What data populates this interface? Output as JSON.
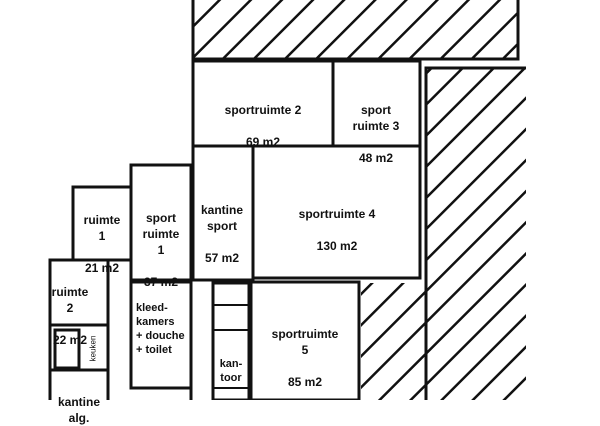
{
  "rooms": [
    {
      "id": "sportruimte-2",
      "name": "sportruimte 2",
      "area": "69 m2"
    },
    {
      "id": "sportruimte-3",
      "name": "sport\nruimte 3",
      "area": "48 m2"
    },
    {
      "id": "kantine-sport",
      "name": "kantine\nsport",
      "area": "57 m2"
    },
    {
      "id": "sportruimte-4",
      "name": "sportruimte 4",
      "area": "130 m2"
    },
    {
      "id": "ruimte-1",
      "name": "ruimte\n1",
      "area": "21 m2"
    },
    {
      "id": "sportruimte-1",
      "name": "sport\nruimte\n1",
      "area": "37 m2"
    },
    {
      "id": "ruimte-2",
      "name": "ruimte\n2",
      "area": "22 m2"
    },
    {
      "id": "kleedkamers",
      "name": "kleed-\nkamers\n+ douche\n+ toilet",
      "area": ""
    },
    {
      "id": "sportruimte-5",
      "name": "sportruimte\n5",
      "area": "85 m2"
    },
    {
      "id": "kantoor",
      "name": "kan-\ntoor",
      "area": ""
    },
    {
      "id": "kantine-alg",
      "name": "kantine\nalg.",
      "area": ""
    }
  ],
  "side_label": "keuken"
}
